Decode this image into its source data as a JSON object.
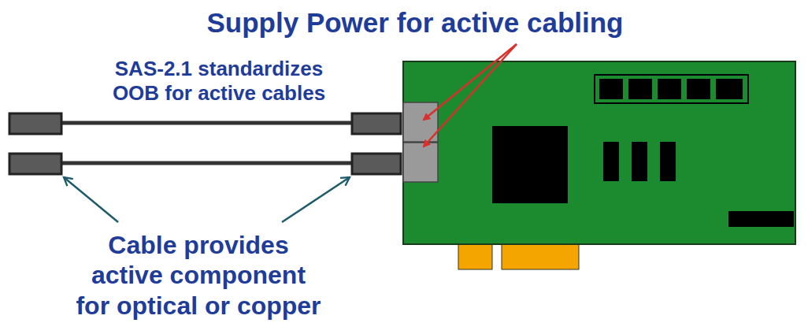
{
  "diagram": {
    "labels": [
      "Supply Power for active cabling",
      "SAS-2.1 standardizes OOB for active cables",
      "Cable provides active component for optical or copper"
    ]
  }
}
